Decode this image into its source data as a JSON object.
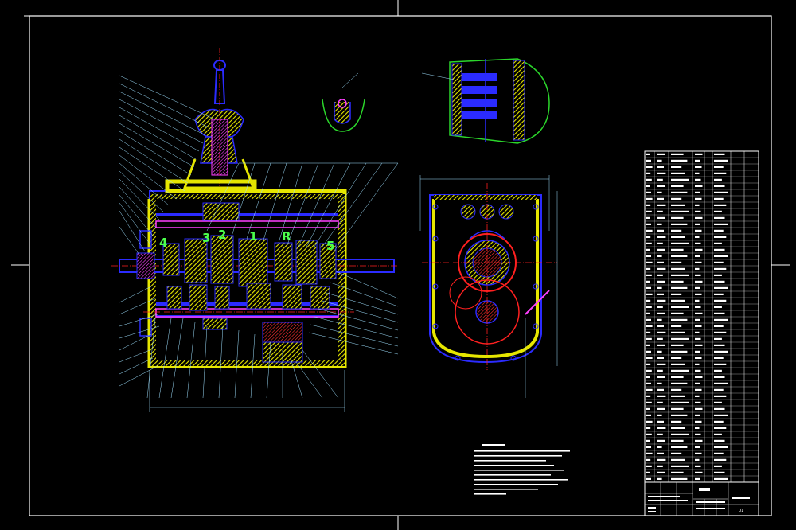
{
  "drawing": {
    "background": "#000000",
    "frame_color": "#ffffff",
    "colors": {
      "outline": "#2b2bff",
      "hatch": "#e6e600",
      "center": "#ff2020",
      "leader": "#9fe0ff",
      "detail": "#ff40ff",
      "green": "#2bd62b"
    }
  },
  "section_view": {
    "gear_labels": [
      "4",
      "3",
      "2",
      "1",
      "R",
      "5"
    ]
  },
  "title_block": {
    "drawing_code": "01"
  }
}
